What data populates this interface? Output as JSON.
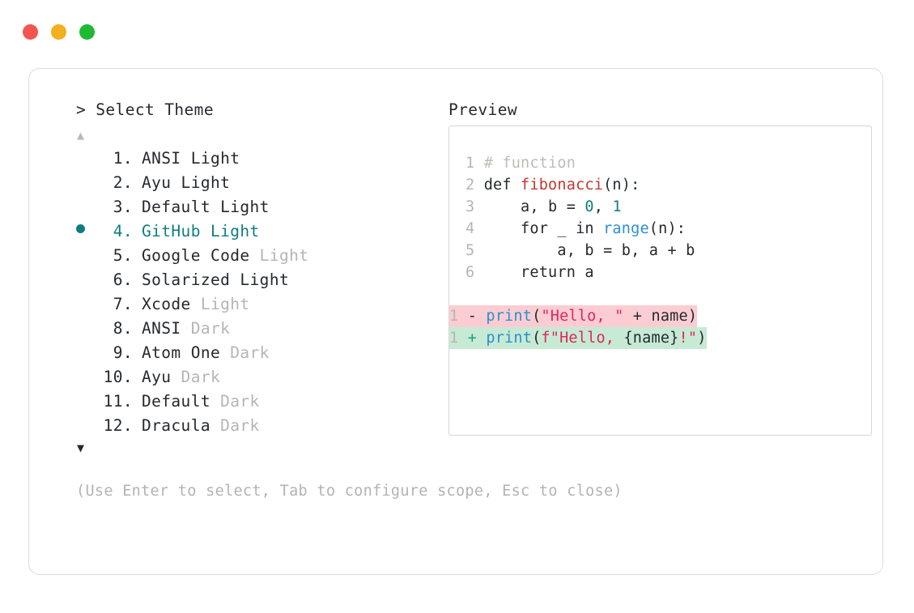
{
  "window": {
    "traffic_lights": [
      {
        "name": "close-button",
        "color": "#f4564f"
      },
      {
        "name": "minimize-button",
        "color": "#f2b01e"
      },
      {
        "name": "maximize-button",
        "color": "#1fb934"
      }
    ]
  },
  "left_panel": {
    "prompt_symbol": ">",
    "header": "> Select Theme",
    "scroll_up_indicator": "▲",
    "scroll_down_indicator": "▼",
    "selected_index": 4,
    "selected_bullet": "●",
    "themes": [
      {
        "num": "1.",
        "name": "ANSI Light",
        "variant": "",
        "variant_muted": false,
        "selected": false
      },
      {
        "num": "2.",
        "name": "Ayu Light",
        "variant": "",
        "variant_muted": false,
        "selected": false
      },
      {
        "num": "3.",
        "name": "Default Light",
        "variant": "",
        "variant_muted": false,
        "selected": false
      },
      {
        "num": "4.",
        "name": "GitHub Light",
        "variant": "",
        "variant_muted": false,
        "selected": true
      },
      {
        "num": "5.",
        "name": "Google Code",
        "variant": "Light",
        "variant_muted": true,
        "selected": false
      },
      {
        "num": "6.",
        "name": "Solarized Light",
        "variant": "",
        "variant_muted": false,
        "selected": false
      },
      {
        "num": "7.",
        "name": "Xcode",
        "variant": "Light",
        "variant_muted": true,
        "selected": false
      },
      {
        "num": "8.",
        "name": "ANSI",
        "variant": "Dark",
        "variant_muted": true,
        "selected": false
      },
      {
        "num": "9.",
        "name": "Atom One",
        "variant": "Dark",
        "variant_muted": true,
        "selected": false
      },
      {
        "num": "10.",
        "name": "Ayu",
        "variant": "Dark",
        "variant_muted": true,
        "selected": false
      },
      {
        "num": "11.",
        "name": "Default",
        "variant": "Dark",
        "variant_muted": true,
        "selected": false
      },
      {
        "num": "12.",
        "name": "Dracula",
        "variant": "Dark",
        "variant_muted": true,
        "selected": false
      }
    ],
    "footer_hint": "(Use Enter to select, Tab to configure scope, Esc to close)"
  },
  "preview_panel": {
    "title": "Preview",
    "code_lines": [
      {
        "ln": "1",
        "tokens": [
          {
            "t": "# function",
            "c": "comment"
          }
        ]
      },
      {
        "ln": "2",
        "tokens": [
          {
            "t": "def ",
            "c": "keyword"
          },
          {
            "t": "fibonacci",
            "c": "func"
          },
          {
            "t": "(n):",
            "c": "plain"
          }
        ]
      },
      {
        "ln": "3",
        "tokens": [
          {
            "t": "    a, b = ",
            "c": "plain"
          },
          {
            "t": "0",
            "c": "number"
          },
          {
            "t": ", ",
            "c": "plain"
          },
          {
            "t": "1",
            "c": "number"
          }
        ]
      },
      {
        "ln": "4",
        "tokens": [
          {
            "t": "    for _ in ",
            "c": "plain"
          },
          {
            "t": "range",
            "c": "builtin"
          },
          {
            "t": "(n):",
            "c": "plain"
          }
        ]
      },
      {
        "ln": "5",
        "tokens": [
          {
            "t": "        a, b = b, a + b",
            "c": "plain"
          }
        ]
      },
      {
        "ln": "6",
        "tokens": [
          {
            "t": "    return a",
            "c": "plain"
          }
        ]
      }
    ],
    "diff": [
      {
        "kind": "removed",
        "ln": "1",
        "marker": "-",
        "bg": "#fbcdd2",
        "tokens": [
          {
            "t": "print",
            "c": "print"
          },
          {
            "t": "(",
            "c": "plain"
          },
          {
            "t": "\"Hello, \"",
            "c": "string"
          },
          {
            "t": " + name)",
            "c": "plain"
          }
        ]
      },
      {
        "kind": "added",
        "ln": "1",
        "marker": "+",
        "bg": "#c7ead5",
        "tokens": [
          {
            "t": "print",
            "c": "print"
          },
          {
            "t": "(",
            "c": "plain"
          },
          {
            "t": "f\"Hello, ",
            "c": "string"
          },
          {
            "t": "{name}",
            "c": "plain"
          },
          {
            "t": "!\"",
            "c": "string"
          },
          {
            "t": ")",
            "c": "plain"
          }
        ]
      }
    ]
  }
}
